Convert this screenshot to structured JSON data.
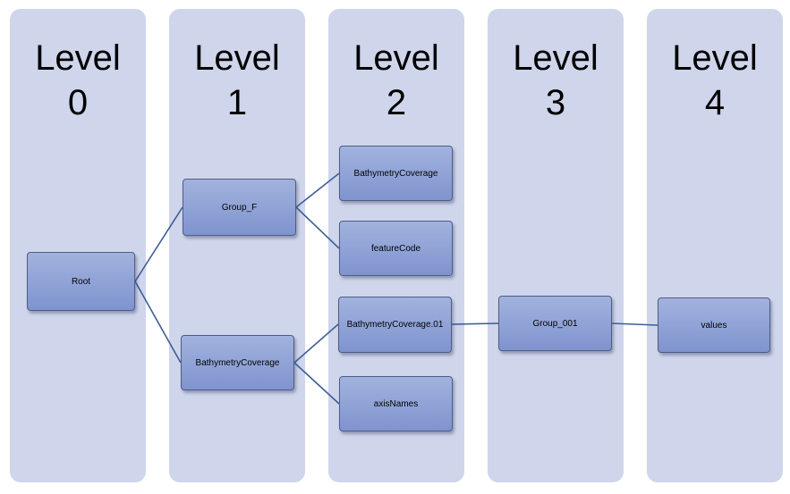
{
  "levels": [
    {
      "word": "Level",
      "number": "0"
    },
    {
      "word": "Level",
      "number": "1"
    },
    {
      "word": "Level",
      "number": "2"
    },
    {
      "word": "Level",
      "number": "3"
    },
    {
      "word": "Level",
      "number": "4"
    }
  ],
  "nodes": {
    "root": "Root",
    "group_f": "Group_F",
    "bathymetry_coverage_l1": "BathymetryCoverage",
    "bathymetry_coverage_l2": "BathymetryCoverage",
    "feature_code": "featureCode",
    "bathymetry_coverage_01": "BathymetryCoverage.01",
    "axis_names": "axisNames",
    "group_001": "Group_001",
    "values": "values"
  },
  "edges": [
    [
      "root",
      "group_f"
    ],
    [
      "root",
      "bathymetry_coverage_l1"
    ],
    [
      "group_f",
      "bathymetry_coverage_l2"
    ],
    [
      "group_f",
      "feature_code"
    ],
    [
      "bathymetry_coverage_l1",
      "bathymetry_coverage_01"
    ],
    [
      "bathymetry_coverage_l1",
      "axis_names"
    ],
    [
      "bathymetry_coverage_01",
      "group_001"
    ],
    [
      "group_001",
      "values"
    ]
  ],
  "colors": {
    "column_background": "#cfd5eb",
    "node_fill": "#8fa2d6",
    "node_border": "#4d5e84",
    "connector": "#3e5e95"
  }
}
